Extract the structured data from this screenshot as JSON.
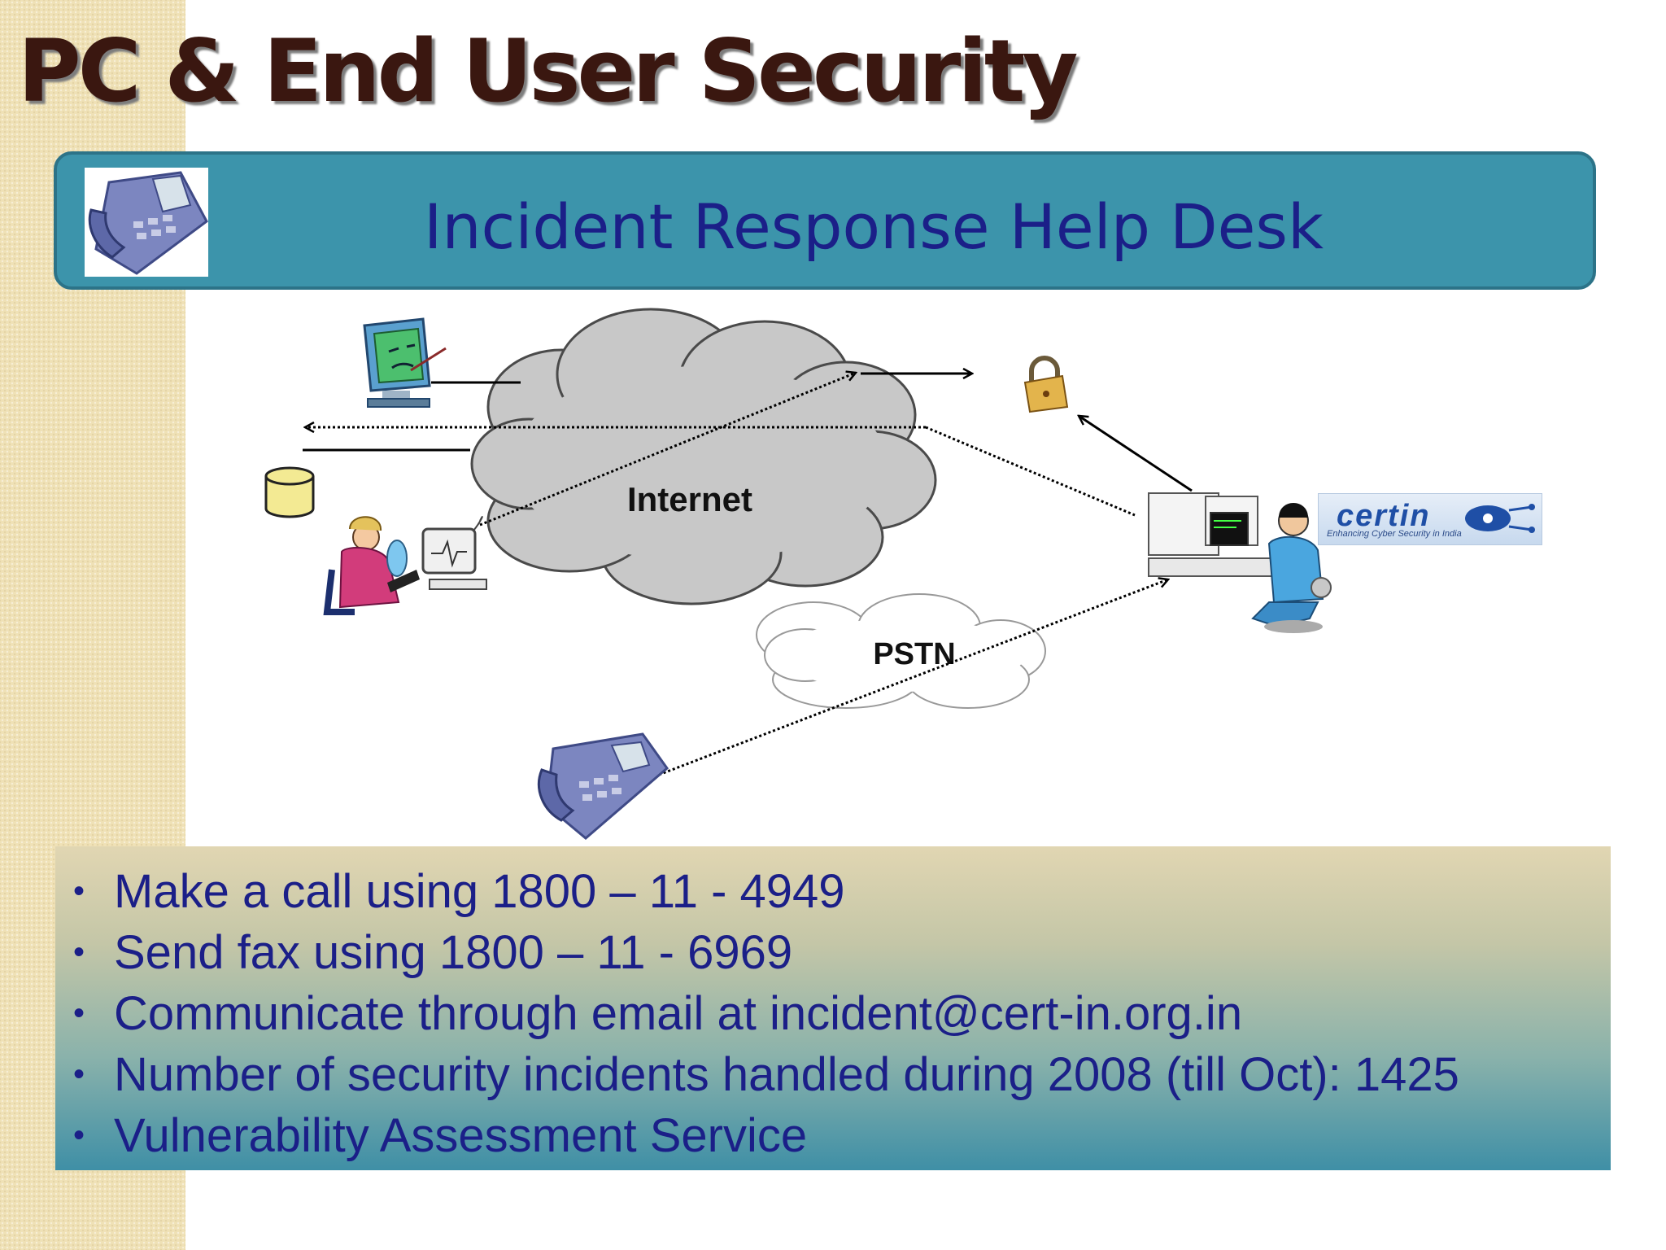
{
  "slide": {
    "title": "PC & End User Security",
    "banner_title": "Incident Response Help Desk"
  },
  "diagram": {
    "cloud_internet_label": "Internet",
    "cloud_pstn_label": "PSTN",
    "logo_text": "certin",
    "logo_subtext": "Enhancing Cyber Security in India"
  },
  "bullets": [
    "Make a call using 1800 – 11 - 4949",
    "Send fax using 1800 – 11 - 6969",
    "Communicate through email at incident@cert-in.org.in",
    "Number of security incidents handled during 2008 (till Oct): 1425",
    "Vulnerability Assessment Service"
  ],
  "colors": {
    "title": "#3a1710",
    "banner_bg": "#3c94ab",
    "banner_text": "#1b1f88",
    "bullet_text": "#1b1f88",
    "strip": "#efe1b6"
  }
}
